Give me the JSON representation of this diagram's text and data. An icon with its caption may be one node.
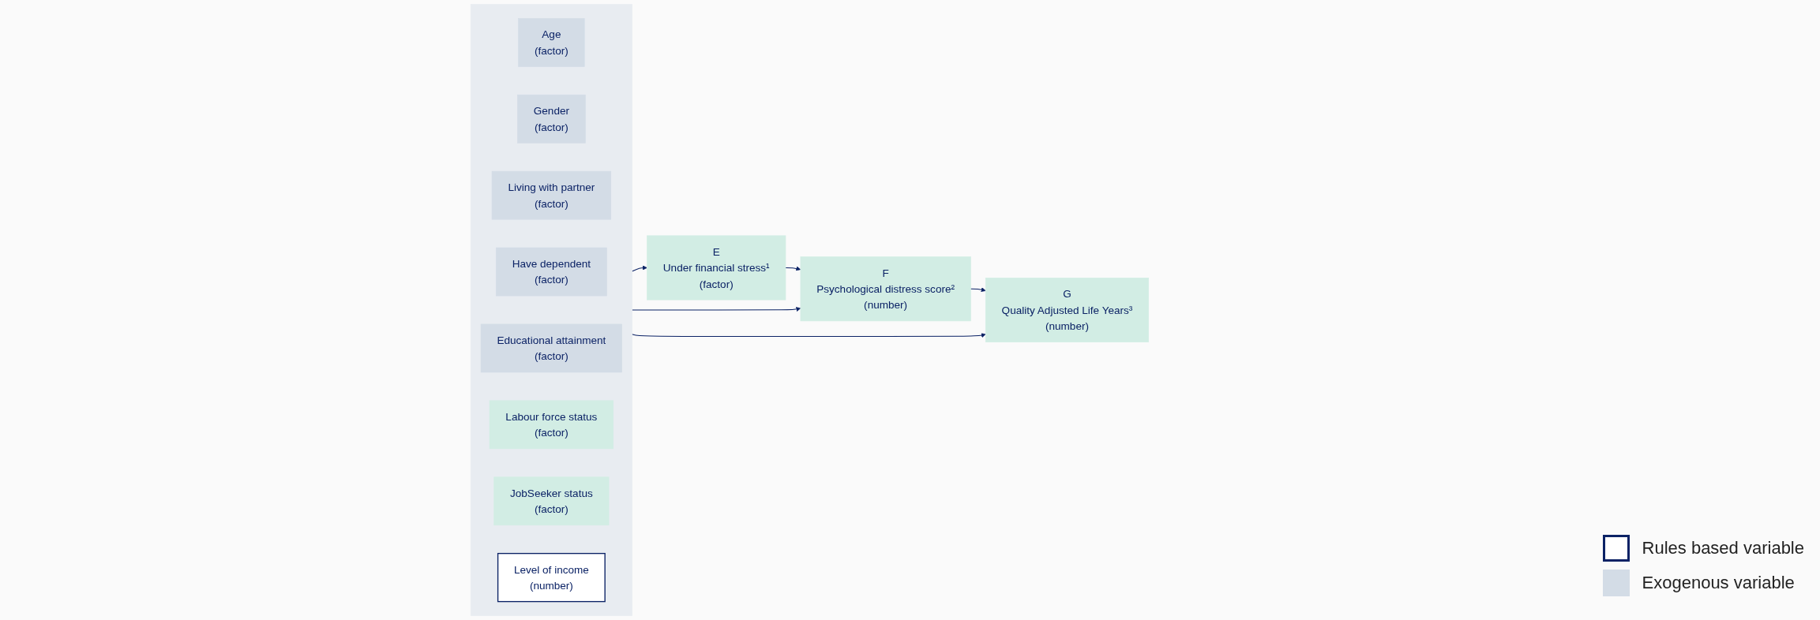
{
  "diagram": {
    "nodes": [
      {
        "text": [],
        "shape": "box"
      },
      {
        "text": [
          "Age",
          "(factor)"
        ],
        "in": 0
      },
      {
        "text": [
          "Gender",
          "(factor)"
        ],
        "in": 0
      },
      {
        "text": [
          "Living with partner",
          "(factor)"
        ],
        "in": 0
      },
      {
        "text": [
          "Have dependent",
          "(factor)"
        ],
        "in": 0
      },
      {
        "text": [
          "Educational attainment",
          "(factor)"
        ],
        "in": 0
      },
      {
        "text": [
          "Labour force status",
          "(factor)"
        ],
        "in": 0
      },
      {
        "text": [
          "JobSeeker status",
          "(factor)"
        ],
        "in": 0
      },
      {
        "text": [
          "Level of income",
          "(number)"
        ],
        "in": 0
      },
      {
        "text": [
          "E",
          "Under financial stress¹",
          "(factor)"
        ]
      },
      {
        "text": [
          "F",
          "Psychological distress score²",
          "(number)"
        ]
      },
      {
        "text": [
          "G",
          "Quality Adjusted Life Years³",
          "(number)"
        ]
      }
    ],
    "edges": [
      {
        "from": 0,
        "to": 9,
        "arrow": "to"
      },
      {
        "from": 9,
        "to": 10,
        "arrow": "to"
      },
      {
        "from": 10,
        "to": 11,
        "arrow": "to"
      },
      {
        "from": 0,
        "to": 10,
        "arrow": "to"
      },
      {
        "from": 0,
        "to": 11,
        "arrow": "to"
      }
    ],
    "legend": [
      {
        "text": "Rules based variable"
      },
      {
        "text": "Exogenous variable",
        "color": "#d3dce6"
      }
    ]
  }
}
